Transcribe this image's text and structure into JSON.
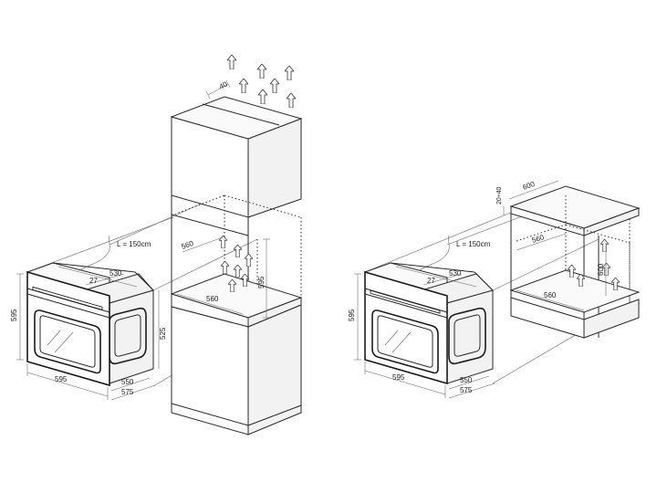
{
  "left_diagram": {
    "cable_label": "L = 150cm",
    "dims": {
      "oven_width": "595",
      "oven_height": "595",
      "oven_depth_top": "530",
      "oven_depth_550": "550",
      "oven_depth_575": "575",
      "oven_side_525": "525",
      "flange_27": "27",
      "niche_width": "560",
      "niche_depth": "560",
      "niche_height": "595",
      "vent_40": "40"
    }
  },
  "right_diagram": {
    "cable_label": "L = 150cm",
    "dims": {
      "oven_width": "595",
      "oven_height": "595",
      "oven_depth_top": "530",
      "oven_depth_550": "550",
      "oven_depth_575": "575",
      "flange_27": "27",
      "counter_depth": "600",
      "counter_gap": "20÷40",
      "niche_width_top": "560",
      "niche_width_bottom": "560",
      "niche_height": "600"
    }
  }
}
